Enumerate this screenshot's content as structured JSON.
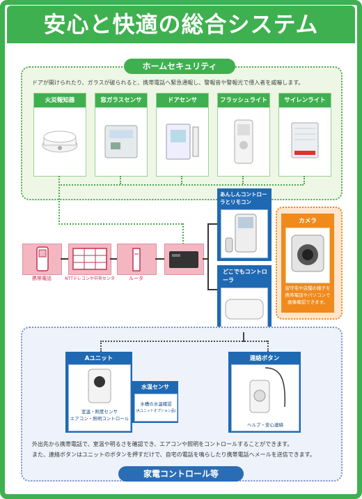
{
  "title": "安心と快適の総合システム",
  "security": {
    "tag": "ホームセキュリティ",
    "description": "ドアが開けられたり、ガラスが破られると、携帯電話へ緊急通報し、警報音や警報光で侵入者を威嚇します。",
    "devices": [
      {
        "label": "火災報知器"
      },
      {
        "label": "窓ガラスセンサ"
      },
      {
        "label": "ドアセンサ"
      },
      {
        "label": "フラッシュライト"
      },
      {
        "label": "サイレンライト"
      }
    ]
  },
  "network": {
    "phone": "携帯電話",
    "center": "NTTテレコンや中央センタ",
    "router": "ルータ"
  },
  "controllers": {
    "anshin": "あんしんコントローラとリモコン",
    "dokodemo": "どこでもコントローラ"
  },
  "camera": {
    "label": "カメラ",
    "description": "留守宅や店舗の様子を携帯電話やパソコンで画像確認できます。"
  },
  "home": {
    "tag": "家電コントロール等",
    "a_unit": {
      "label": "Aユニット",
      "caption": "室温・照度センサ\nエアコン・照明コントロール"
    },
    "water": {
      "label": "水温センサ",
      "caption": "水槽の水温確認",
      "note": "(Aユニットオプション品)"
    },
    "renraku": {
      "label": "連絡ボタン",
      "caption": "ヘルプ・安心連絡"
    },
    "desc1": "外出先から携帯電話で、室温や明るさを確認でき、エアコンや照明をコントロールすることができます。",
    "desc2": "また、連絡ボタンはユニットのボタンを押すだけで、自宅の電話を鳴らしたり携帯電話へメールを送信できます。"
  },
  "colors": {
    "green": "#3fb04f",
    "blue": "#1f69b3",
    "orange": "#f08a1c",
    "pink": "#f4b7c2"
  }
}
